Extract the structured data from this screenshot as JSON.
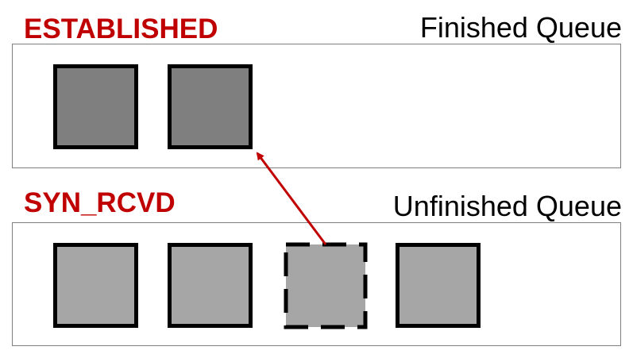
{
  "colors": {
    "state_label": "#c00000",
    "arrow": "#c00000",
    "finished_slot": "#7f7f7f",
    "unfinished_slot": "#a6a6a6",
    "slot_border": "#000000",
    "queue_border": "#7f7f7f"
  },
  "finished": {
    "state": "ESTABLISHED",
    "title": "Finished Queue",
    "slots": 2
  },
  "unfinished": {
    "state": "SYN_RCVD",
    "title": "Unfinished Queue",
    "slots": 4,
    "dequeuing_slot_index": 2
  }
}
